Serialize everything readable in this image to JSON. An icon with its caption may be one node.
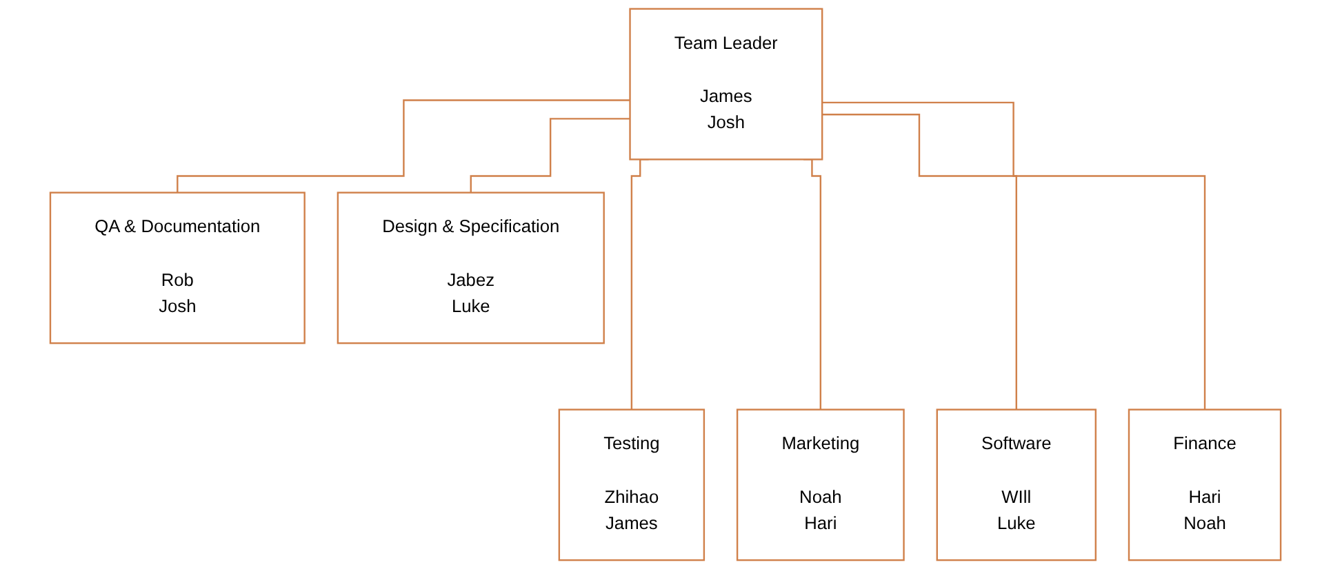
{
  "diagram": {
    "nodes": [
      {
        "text": [
          "Team Leader",
          "James",
          "Josh"
        ]
      },
      {
        "text": [
          "QA & Documentation",
          "Rob",
          "Josh"
        ]
      },
      {
        "text": [
          "Design & Specification",
          "Jabez",
          "Luke"
        ]
      },
      {
        "text": [
          "Testing",
          "Zhihao",
          "James"
        ]
      },
      {
        "text": [
          "Marketing",
          "Noah",
          "Hari"
        ]
      },
      {
        "text": [
          "Software",
          "WIll",
          "Luke"
        ]
      },
      {
        "text": [
          "Finance",
          "Hari",
          "Noah"
        ]
      }
    ],
    "edges": [
      {
        "from": 0,
        "to": 1,
        "arrow": "none"
      },
      {
        "from": 0,
        "to": 2,
        "arrow": "none"
      },
      {
        "from": 0,
        "to": 3,
        "arrow": "none"
      },
      {
        "from": 0,
        "to": 4,
        "arrow": "none"
      },
      {
        "from": 0,
        "to": 5,
        "arrow": "none"
      },
      {
        "from": 0,
        "to": 6,
        "arrow": "none"
      }
    ]
  }
}
